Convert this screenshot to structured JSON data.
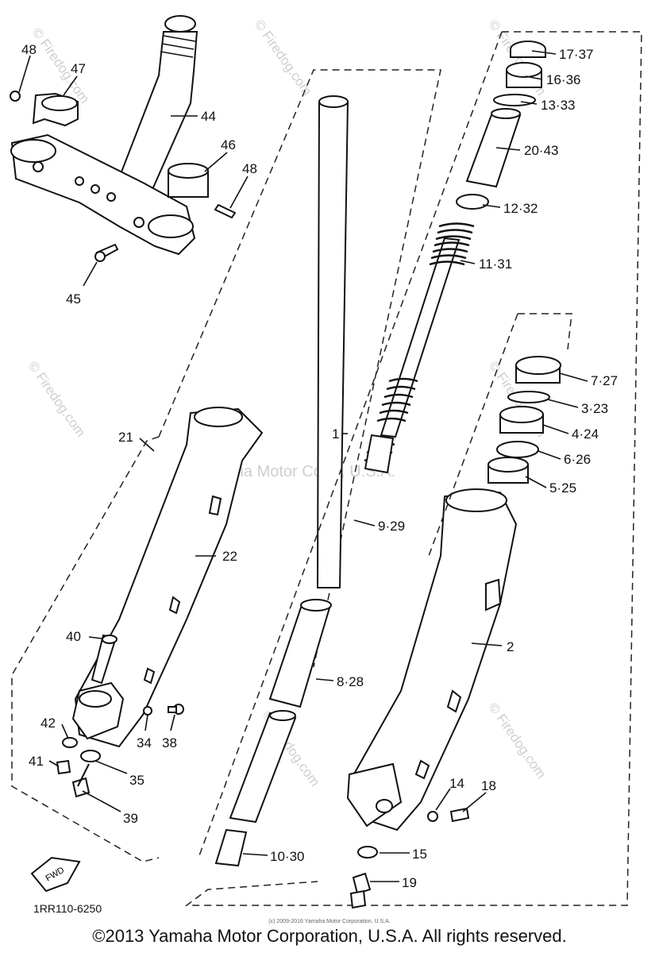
{
  "watermarks": {
    "site": "© Firedog.com",
    "center_site": "© Firedog.com",
    "center_company": "Yamaha Motor Corp., U.S.A."
  },
  "callouts": {
    "c1": "1",
    "c2": "2",
    "c3": "3·23",
    "c4": "4·24",
    "c5": "5·25",
    "c6": "6·26",
    "c7": "7·27",
    "c8": "8·28",
    "c9": "9·29",
    "c10": "10·30",
    "c11": "11·31",
    "c12": "12·32",
    "c13": "13·33",
    "c14": "14",
    "c15": "15",
    "c16": "16·36",
    "c17": "17·37",
    "c18": "18",
    "c19": "19",
    "c20": "20·43",
    "c21": "21",
    "c22": "22",
    "c34": "34",
    "c35": "35",
    "c38": "38",
    "c39": "39",
    "c40": "40",
    "c41": "41",
    "c42": "42",
    "c44": "44",
    "c45": "45",
    "c46": "46",
    "c47": "47",
    "c48a": "48",
    "c48b": "48"
  },
  "fwd_label": "FWD",
  "diagram_code": "1RR110-6250",
  "small_copyright": "(c) 2009-2016 Yamaha Motor Corporation, U.S.A.",
  "copyright": "©2013 Yamaha Motor Corporation, U.S.A. All rights reserved."
}
